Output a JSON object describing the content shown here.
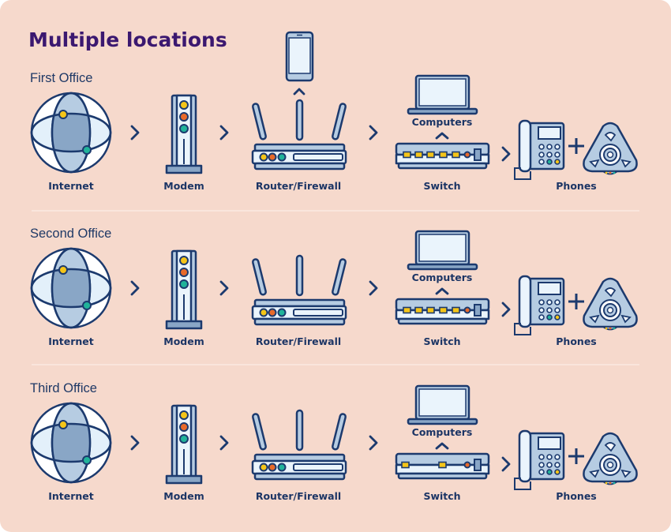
{
  "title": "Multiple locations",
  "labels": {
    "internet": "Internet",
    "modem": "Modem",
    "router": "Router/Firewall",
    "computers": "Computers",
    "switch": "Switch",
    "phones": "Phones"
  },
  "offices": [
    {
      "name": "First Office",
      "has_mobile": true,
      "switch_ports": 5
    },
    {
      "name": "Second Office",
      "has_mobile": false,
      "switch_ports": 5
    },
    {
      "name": "Third Office",
      "has_mobile": false,
      "switch_ports": 2
    }
  ],
  "colors": {
    "background": "#f6d9cc",
    "title": "#3b1870",
    "navy": "#1c3a6e",
    "light_blue": "#b6cce2",
    "mid_blue": "#89a6c6",
    "pale_blue": "#eaf4fc",
    "led_yellow": "#f5c518",
    "led_orange": "#e86a2a",
    "led_teal": "#21b39a"
  }
}
